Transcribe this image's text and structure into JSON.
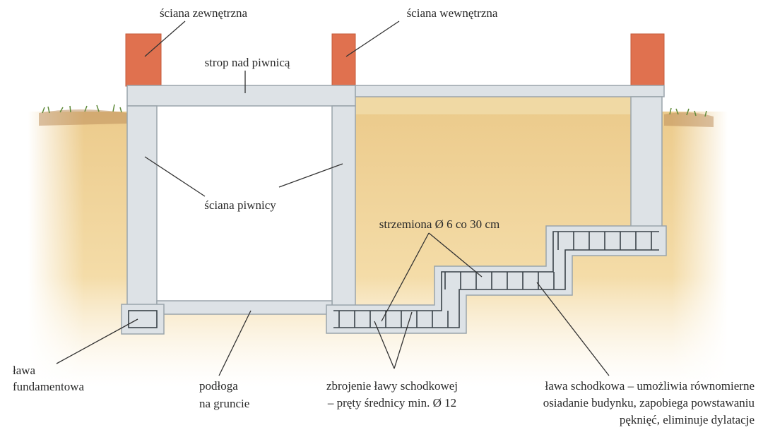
{
  "labels": {
    "exterior_wall": "ściana zewnętrzna",
    "interior_wall": "ściana wewnętrzna",
    "ceiling": "strop nad piwnicą",
    "basement_wall": "ściana piwnicy",
    "stirrups": "strzemiona Ø 6 co 30 cm",
    "footing_line1": "ława",
    "footing_line2": "fundamentowa",
    "floor_line1": "podłoga",
    "floor_line2": "na gruncie",
    "rebar_line1": "zbrojenie ławy schodkowej",
    "rebar_line2": "– pręty średnicy min. Ø 12",
    "stepped_line1": "ława schodkowa – umożliwia równomierne",
    "stepped_line2": "osiadanie budynku, zapobiega powstawaniu",
    "stepped_line3": "pęknięć, eliminuje dylatacje"
  },
  "colors": {
    "soil": "#f3d9a0",
    "brick": "#e0714f",
    "concrete": "#dde2e6",
    "grass": "#5f8a3a"
  }
}
